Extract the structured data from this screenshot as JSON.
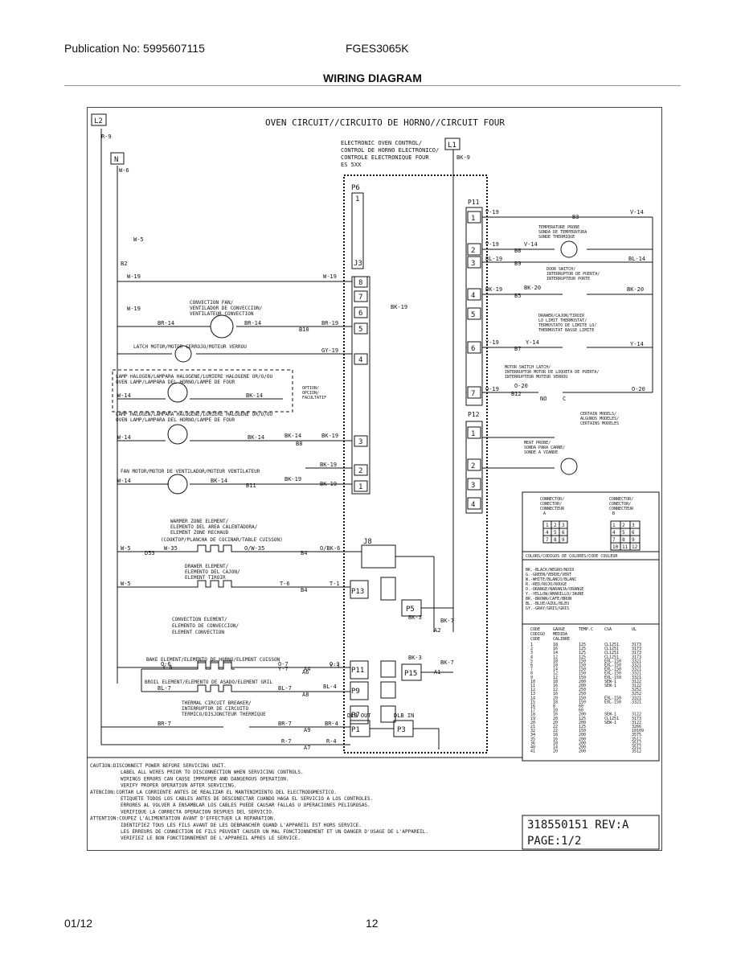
{
  "header": {
    "publication": "Publication No: 5995607115",
    "model": "FGES3065K",
    "title": "WIRING DIAGRAM"
  },
  "footer": {
    "date": "01/12",
    "page": "12"
  },
  "diagram": {
    "main_title": "OVEN CIRCUIT//CIRCUITO DE HORNO//CIRCUIT FOUR",
    "terminals": {
      "l2": "L2",
      "n": "N",
      "l1": "L1"
    },
    "control": [
      "ELECTRONIC OVEN CONTROL/",
      "CONTROL DE HORNO ELECTRONICO/",
      "CONTROLE ELECTRONIQUE FOUR",
      "ES 5XX"
    ],
    "connectors": {
      "p6": "P6",
      "j3": "J3",
      "p11": "P11",
      "p12": "P12",
      "j8": "J8",
      "p13": "P13",
      "p5": "P5",
      "p15": "P15",
      "p11b": "P11",
      "p9": "P9",
      "p7": "P7",
      "p1": "P1",
      "p3": "P3",
      "dlb_out": "DLB OUT",
      "dlb_in": "DLB IN"
    },
    "wire_labels": {
      "r9": "R-9",
      "w6": "W-6",
      "w5a": "W-5",
      "b2": "B2",
      "bk9": "BK-9",
      "w19a": "W-19",
      "w19b": "W-19",
      "w19c": "W-19",
      "br14a": "BR-14",
      "br14b": "BR-14",
      "b10": "B10",
      "br19": "BR-19",
      "gy19": "GY-19",
      "bk19a": "BK-19",
      "w14a": "W-14",
      "bk14a": "BK-14",
      "w14b": "W-14",
      "bk14b": "BK-14",
      "bk14c": "BK-14",
      "b8": "B8",
      "bk19b": "BK-19",
      "bk19c": "BK-19",
      "w14c": "W-14",
      "bk14d": "BK-14",
      "bk19d": "BK-19",
      "b11": "B11",
      "bk19e": "BK-19",
      "w5b": "W-5",
      "d53": "D53",
      "w35": "W-35",
      "ow35": "O/W-35",
      "b4": "B4",
      "obk6": "O/BK-6",
      "w5c": "W-5",
      "t6": "T-6",
      "b4b": "B4",
      "t1": "T-1",
      "o6": "O-6",
      "o7": "O-7",
      "a4": "A4",
      "o3": "O-3",
      "y6": "Y-6",
      "y7": "Y-7",
      "a6": "A6",
      "y3": "Y-3",
      "bl7a": "BL-7",
      "bl7b": "BL-7",
      "a8": "A8",
      "bl4": "BL-4",
      "br7a": "BR-7",
      "br7b": "BR-7",
      "a9": "A9",
      "br4": "BR-4",
      "r7": "R-7",
      "a7": "A7",
      "r4": "R-4",
      "bk3a": "BK-3",
      "bk7a": "BK-7",
      "a2": "A2",
      "bk3b": "BK-3",
      "bk7b": "BK-7",
      "a1": "A1",
      "v19": "V-19",
      "b3": "B3",
      "v14": "V-14",
      "v19b": "V-19",
      "v14b": "V-14",
      "b6": "B6",
      "bl19": "BL-19",
      "b9": "B9",
      "bl14": "BL-14",
      "bk19f": "BK-19",
      "bk20a": "BK-20",
      "b5": "B5",
      "bk20b": "BK-20",
      "y19": "Y-19",
      "y14a": "Y-14",
      "b7": "B7",
      "y14b": "Y-14",
      "o19": "O-19",
      "o20a": "O-20",
      "b12": "B12",
      "o20b": "O-20",
      "no": "NO",
      "c": "C"
    },
    "component_labels": {
      "conv_fan": [
        "CONVECTION FAN/",
        "VENTILADOR DE CONVECCION/",
        "VENTILATEUR CONVECTION"
      ],
      "latch_motor": "LATCH MOTOR/MOTOR CERROJO/MOTEUR VERROU",
      "lamp1": [
        "LAMP HALOGEN/LAMPARA HALOGENE/LUMIERE HALOGENE OR/O/OU",
        "OVEN LAMP/LAMPARA DEL HORNO/LAMPE DE FOUR"
      ],
      "option": [
        "OPTION/",
        "OPCION/",
        "FACULTATIF"
      ],
      "lamp2": [
        "LAMP HALOGEN/LAMPARA HALOGENE/LUMIERE HALOGENE OR/O/OU",
        "OVEN LAMP/LAMPARA DEL HORNO/LAMPE DE FOUR"
      ],
      "fan_motor": "FAN MOTOR/MOTOR DE VENTILADOR/MOTEUR VENTILATEUR",
      "warmer": [
        "WARMER ZONE ELEMENT/",
        "ELEMENTO DEL AREA CALENTADORA/",
        "ELEMENT ZONE RECHAUD",
        "(COOKTOP/PLANCHA DE COCINAR/TABLE CUISSON)"
      ],
      "drawer": [
        "DRAWER ELEMENT/",
        "ELEMENTO DEL CAJON/",
        "ELEMENT TIROIR"
      ],
      "conv_element": [
        "CONVECTION ELEMENT/",
        "ELEMENTO DE CONVECCION/",
        "ELEMENT CONVECTION"
      ],
      "bake": "BAKE ELEMENT/ELEMENTO DE HORNO/ELEMENT CUISSON",
      "broil": "BROIL ELEMENT/ELEMENTO DE ASADO/ELEMENT GRIL",
      "thermal": [
        "THERMAL CIRCUIT BREAKER/",
        "INTERRUPTOR DE CIRCUITO",
        "TERMICO/DISJONCTEUR THERMIQUE"
      ],
      "temp_probe": [
        "TEMPERATURE PROBE",
        "SONDA DE TEMPERATURA",
        "SONDE THERMIQUE"
      ],
      "door_switch": [
        "DOOR SWITCH/",
        "INTERRUPTOR DE PUERTA/",
        "INTERRUPTEUR PORTE"
      ],
      "drawer_limit": [
        "DRAWER/CAJON/TIROIR",
        "LO LIMIT THERMOSTAT/",
        "TERMOSTATO DE LIMITE LO/",
        "THERMOSTAT BASSE LIMITE"
      ],
      "motor_switch": [
        "MOTOR SWITCH LATCH/",
        "INTERRUPTOR MOTOR DE LOQUETA DE PUERTA/",
        "INTERRUPTEUR MOTEUR VERROU"
      ],
      "certain": [
        "CERTAIN MODELS/",
        "ALGUNOS MODELES/",
        "CERTAINS MODELES"
      ],
      "meat_probe": [
        "MEAT PROBE/",
        "SONDA PARA CARNE/",
        "SONDE A VIANDE"
      ]
    },
    "connector_legend": {
      "a_label": [
        "CONNECTOR/",
        "CONECTOR/",
        "CONNECTEUR",
        "A"
      ],
      "b_label": [
        "CONNECTOR/",
        "CONECTOR/",
        "CONNECTEUR",
        "B"
      ],
      "a_grid": [
        "1",
        "2",
        "3",
        "4",
        "5",
        "6",
        "7",
        "8",
        "9"
      ],
      "b_grid": [
        "1",
        "2",
        "3",
        "4",
        "5",
        "6",
        "7",
        "8",
        "9",
        "10",
        "11",
        "12"
      ]
    },
    "color_codes": {
      "title": "COLORS/CODIGOS DE COLORES/CODE COULEUR",
      "items": [
        "BK.-BLACK/NEGRO/NOIR",
        "G.-GREEN/VERDE/VERT",
        "W.-WHITE/BLANCO/BLANC",
        "R.-RED/ROJO/ROUGE",
        "O.-ORANGE/NARANJA/ORANGE",
        "Y.-YELLOW/AMARILLO/JAUNE",
        "BR.-BROWN/CAFE/BRUN",
        "BL.-BLUE/AZUL/BLEU",
        "GY.-GRAY/GRIS/GRIS"
      ]
    },
    "gauge_table": {
      "headers": [
        "CODE",
        "GAUGE",
        "TEMP.C",
        "CSA",
        "UL"
      ],
      "subheaders": [
        "CODIGO",
        "MEDIDA",
        "CODE",
        "CALIBRE"
      ],
      "rows": [
        [
          "1",
          "18",
          "125",
          "CL1251",
          "3173"
        ],
        [
          "2",
          "16",
          "125",
          "CL1251",
          "3173"
        ],
        [
          "3",
          "14",
          "125",
          "CL1251",
          "3173"
        ],
        [
          "4",
          "12",
          "125",
          "CL1251",
          "3173"
        ],
        [
          "5",
          "18",
          "150",
          "EXL-150",
          "3321"
        ],
        [
          "6",
          "18",
          "150",
          "EXL-150",
          "3321"
        ],
        [
          "7",
          "14",
          "150",
          "EXL-150",
          "3321"
        ],
        [
          "8",
          "12",
          "150",
          "EXL-150",
          "3321"
        ],
        [
          "9",
          "12",
          "150",
          "EXL-150",
          "3321"
        ],
        [
          "10",
          "18",
          "200",
          "SEW-1",
          "3122"
        ],
        [
          "11",
          "16",
          "200",
          "SEW-1",
          "3122"
        ],
        [
          "12",
          "12",
          "250",
          "",
          "3252"
        ],
        [
          "13",
          "16",
          "250",
          "",
          "3252"
        ],
        [
          "14",
          "20",
          "150",
          "EXL-150",
          "3321"
        ],
        [
          "15",
          "18",
          "150",
          "EXL-150",
          "3321"
        ],
        [
          "16",
          "8",
          "60",
          "",
          ""
        ],
        [
          "17",
          "10",
          "60",
          "",
          ""
        ],
        [
          "18",
          "16",
          "200",
          "SEW-1",
          "3122"
        ],
        [
          "19",
          "20",
          "125",
          "CL1251",
          "3173"
        ],
        [
          "20",
          "20",
          "200",
          "SEW-1",
          "3122"
        ],
        [
          "21",
          "22",
          "125",
          "",
          "3266"
        ],
        [
          "32",
          "22",
          "150",
          "",
          "10109"
        ],
        [
          "34",
          "18",
          "200",
          "",
          "3575"
        ],
        [
          "35",
          "16",
          "200",
          "",
          "3512"
        ],
        [
          "36",
          "18",
          "200",
          "",
          "3512"
        ],
        [
          "40",
          "14",
          "200",
          "",
          "3512"
        ],
        [
          "41",
          "20",
          "200",
          "",
          "3512"
        ]
      ]
    },
    "doc": {
      "number": "318550151 REV:A",
      "page": "PAGE:1/2"
    },
    "cautions": [
      "CAUTION:DISCONNECT POWER BEFORE SERVICING UNIT.",
      "         LABEL ALL WIRES PRIOR TO DISCONNECTION WHEN SERVICING CONTROLS.",
      "         WIRINGS ERRORS CAN CAUSE IMPROPER AND DANGEROUS OPERATION.",
      "         VERIFY PROPER OPERATION AFTER SERVICING.",
      "ATENCION:CORTAR LA CORRIENTE ANTES DE REALIZAR EL MANTENIMIENTO DEL ELECTRODOMESTICO.",
      "         ETIQUETE TODOS LOS CABLES ANTES DE DESCONECTAR CUANDO HAGA EL SERVICIO A LOS CONTROLES.",
      "         ERRORES AL VOLVER A ENSAMBLAR LOS CABLES PUEDE CAUSAR FALLAS U OPERACIONES PELIGROSAS.",
      "         VERIFIQUE LA CORRECTA OPERACION DESPUES DEL SERVICIO.",
      "ATTENTION:COUPEZ L'ALIMENTATION AVANT D'EFFECTUER LA REPARATION.",
      "          IDENTIFIEZ TOUS LES FILS AVANT DE LES DEBRANCHER QUAND L'APPAREIL EST HORS SERVICE.",
      "          LES ERREURS DE CONNECTION DE FILS PEUVENT CAUSER UN MAL FONCTIONNEMENT ET UN DANGER D'USAGE DE L'APPAREIL.",
      "          VERIFIEZ LE BON FONCTIONNEMENT DE L'APPAREIL APRES LE SERVICE."
    ]
  }
}
